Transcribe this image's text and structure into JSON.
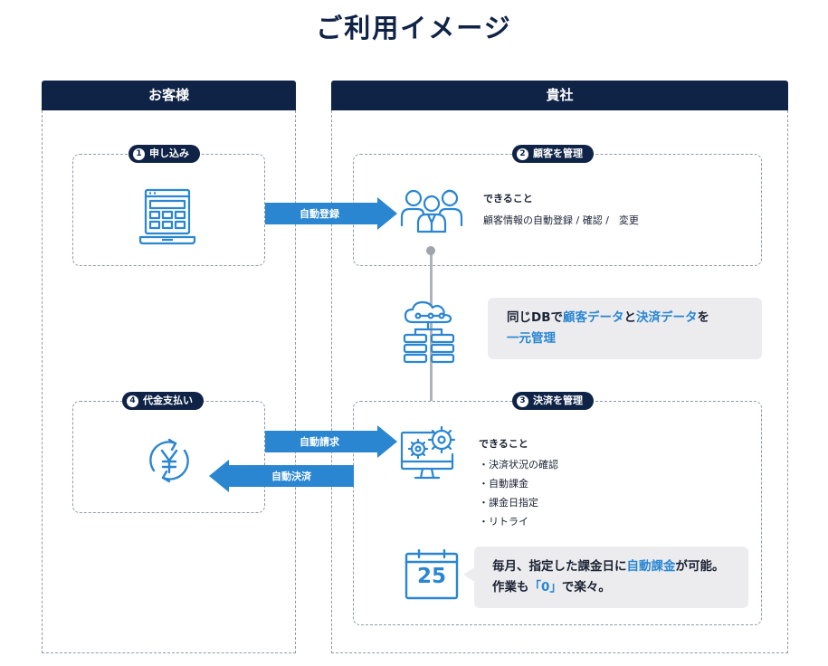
{
  "page_title": "ご利用イメージ",
  "columns": {
    "customer": {
      "header": "お客様"
    },
    "company": {
      "header": "貴社"
    }
  },
  "steps": {
    "step1": {
      "num": "1",
      "label": "申し込み"
    },
    "step2": {
      "num": "2",
      "label": "顧客を管理"
    },
    "step3": {
      "num": "3",
      "label": "決済を管理"
    },
    "step4": {
      "num": "4",
      "label": "代金支払い"
    }
  },
  "arrows": {
    "auto_register": "自動登録",
    "auto_billing": "自動請求",
    "auto_settlement": "自動決済"
  },
  "customer_mgmt": {
    "heading": "できること",
    "detail": "顧客情報の自動登録 / 確認 /　変更"
  },
  "db_callout": {
    "line1_part1": "同じDBで",
    "line1_hl1": "顧客データ",
    "line1_part2": "と",
    "line1_hl2": "決済データ",
    "line1_part3": "を",
    "line2_hl": "一元管理"
  },
  "payment_mgmt": {
    "heading": "できること",
    "items": [
      "・決済状況の確認",
      "・自動課金",
      "・課金日指定",
      "・リトライ"
    ]
  },
  "calendar": {
    "day": "25"
  },
  "billing_callout": {
    "line1_part1": "毎月、指定した課金日に",
    "line1_hl": "自動課金",
    "line1_part2": "が可能。",
    "line2_part1": "作業も",
    "line2_hl": "「0」",
    "line2_part2": "で楽々。"
  },
  "colors": {
    "navy": "#0f2346",
    "accent_blue": "#2a86d1",
    "callout_bg": "#ececee"
  }
}
